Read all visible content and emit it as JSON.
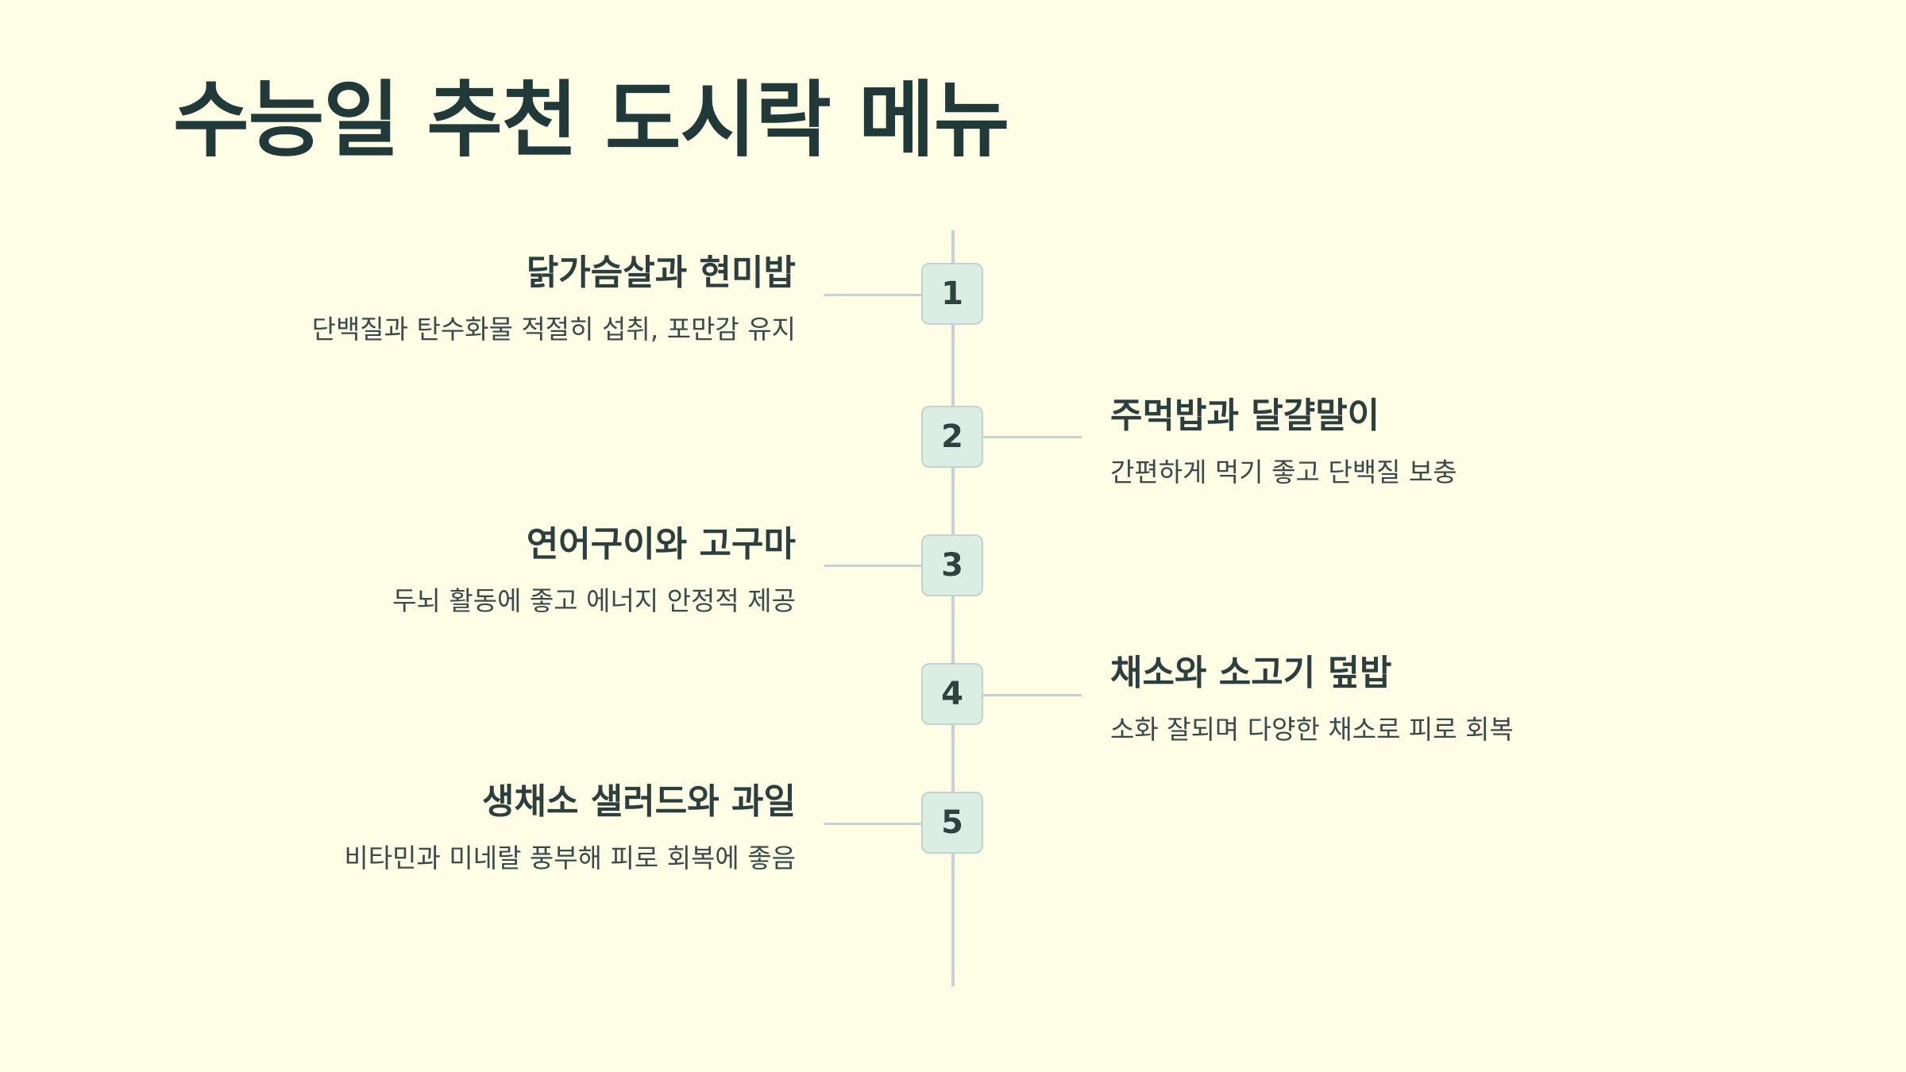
{
  "title": "수능일 추천 도시락 메뉴",
  "timeline": {
    "items": [
      {
        "number": "1",
        "title": "닭가슴살과 현미밥",
        "description": "단백질과 탄수화물 적절히 섭취, 포만감 유지",
        "side": "left"
      },
      {
        "number": "2",
        "title": "주먹밥과 달걀말이",
        "description": "간편하게 먹기 좋고 단백질 보충",
        "side": "right"
      },
      {
        "number": "3",
        "title": "연어구이와 고구마",
        "description": "두뇌 활동에 좋고 에너지 안정적 제공",
        "side": "left"
      },
      {
        "number": "4",
        "title": "채소와 소고기 덮밥",
        "description": "소화 잘되며 다양한 채소로 피로 회복",
        "side": "right"
      },
      {
        "number": "5",
        "title": "생채소 샐러드와 과일",
        "description": "비타민과 미네랄 풍부해 피로 회복에 좋음",
        "side": "left"
      }
    ]
  },
  "colors": {
    "background": "#FEFDE6",
    "text": "#22393A",
    "badge_fill": "#DCEDE4",
    "line": "#C6D2CE"
  }
}
